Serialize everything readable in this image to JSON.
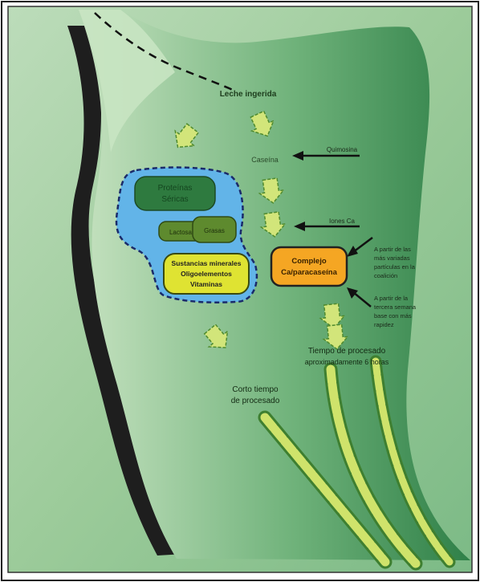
{
  "labels": {
    "leche_ingerida": "Leche ingerida",
    "caseina": "Caseína",
    "quimosina": "Quimosina",
    "iones_ca": "Iones Ca",
    "proteinas_sericas_1": "Proteínas",
    "proteinas_sericas_2": "Séricas",
    "lactosa": "Lactosa",
    "grasas": "Grasas",
    "sustancias_1": "Sustancias minerales",
    "sustancias_2": "Oligoelementos",
    "sustancias_3": "Vitaminas",
    "complejo_1": "Complejo",
    "complejo_2": "Ca/paracaseína",
    "nota_superior_1": "A partir de las",
    "nota_superior_2": "más variadas",
    "nota_superior_3": "partículas en la",
    "nota_superior_4": "coalición",
    "nota_inferior_1": "A partir de la",
    "nota_inferior_2": "tercera semana",
    "nota_inferior_3": "base con más",
    "nota_inferior_4": "rapidez",
    "tiempo_largo_1": "Tiempo de procesado",
    "tiempo_largo_2": "aproximadamente 6 horas",
    "tiempo_corto_1": "Corto tiempo",
    "tiempo_corto_2": "de procesado"
  },
  "colors": {
    "background_light": "#c5dfc3",
    "background_mid": "#8cbf8c",
    "stomach_dark": "#2f7f47",
    "stomach_light": "#b8dab5",
    "blue_box": "#62b4e8",
    "orange_box": "#f5a623",
    "yellow_box": "#dfe332",
    "arrow_fill": "#cfe36b",
    "dark_green_box": "#2e7a3f",
    "olive_box": "#5e8a2e"
  }
}
